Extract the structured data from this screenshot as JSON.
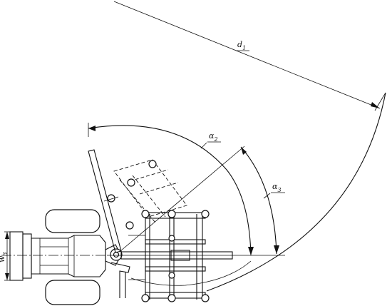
{
  "labels": {
    "d1": {
      "main": "d",
      "sub": "1"
    },
    "alpha2": {
      "main": "α",
      "sub": "2"
    },
    "alpha3": {
      "main": "α",
      "sub": "3"
    },
    "w3": {
      "main": "w",
      "sub": "3"
    }
  }
}
